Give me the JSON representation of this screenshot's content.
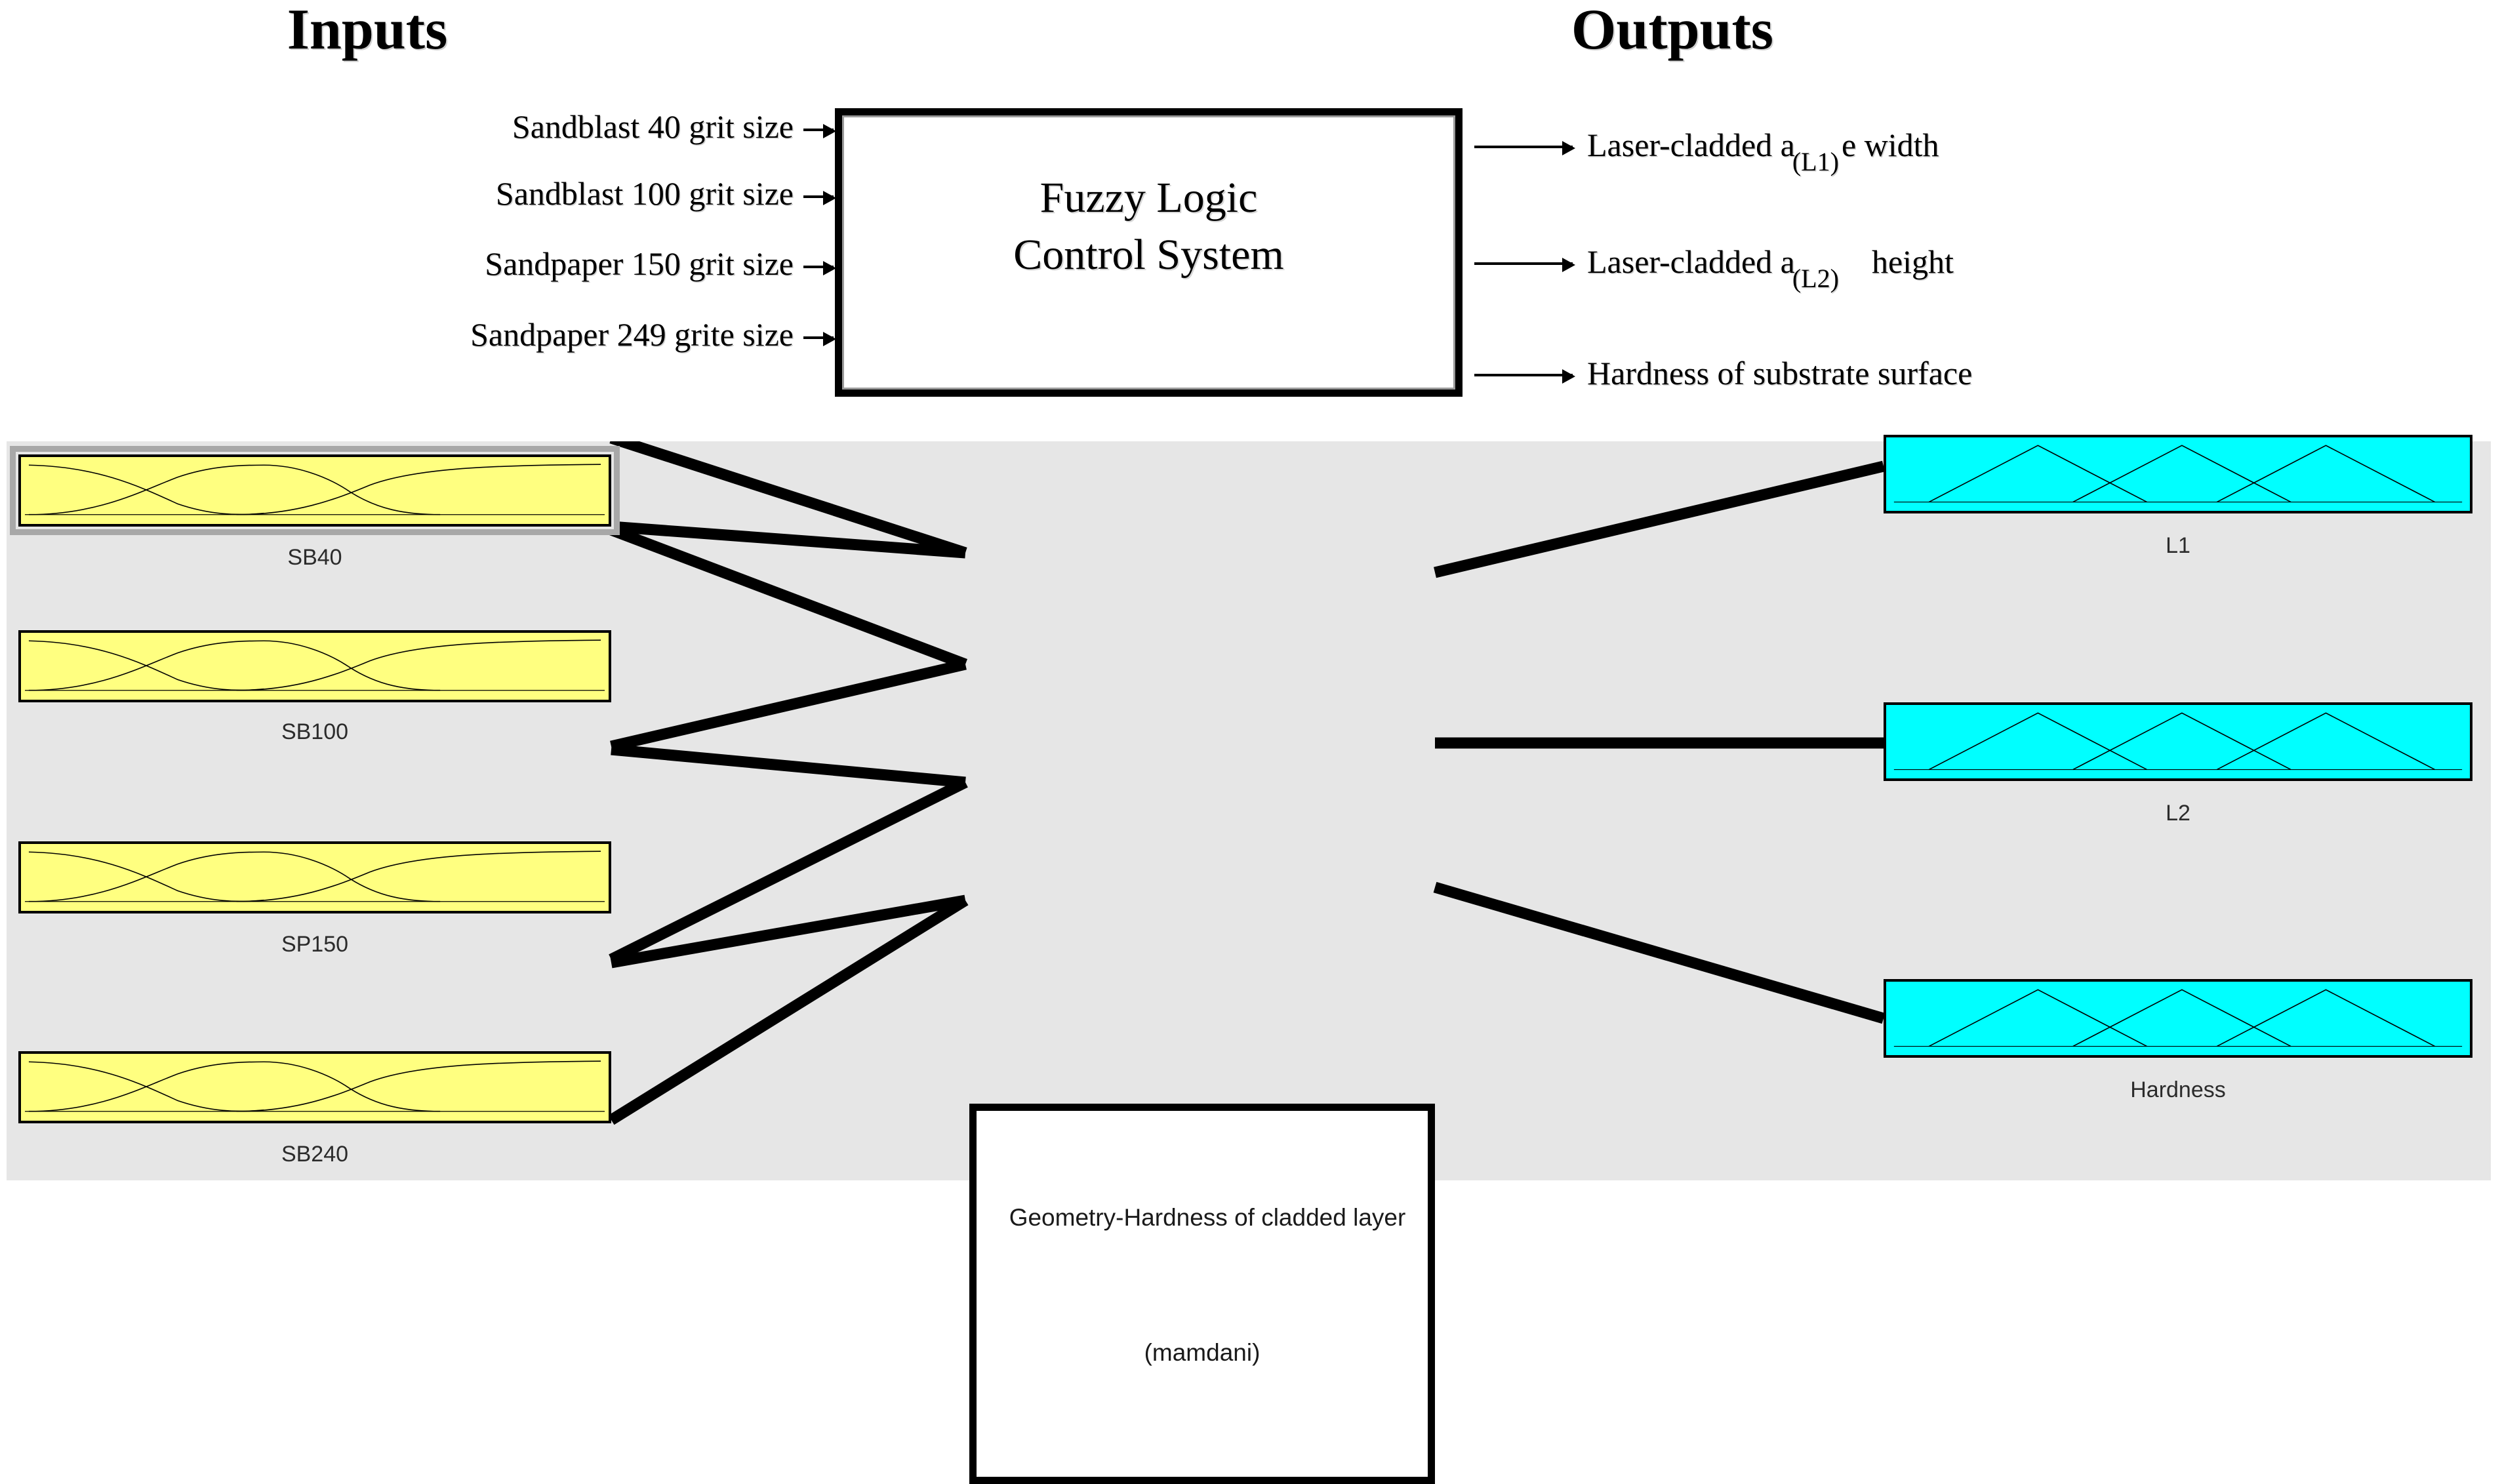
{
  "block_diagram": {
    "inputs_heading": "Inputs",
    "outputs_heading": "Outputs",
    "system_box": {
      "line1": "Fuzzy Logic",
      "line2": "Control System"
    },
    "inputs": [
      {
        "label": "Sandblast 40 grit size"
      },
      {
        "label": "Sandblast 100 grit size"
      },
      {
        "label": "Sandpaper 150 grit size"
      },
      {
        "label": "Sandpaper 249 grite size"
      }
    ],
    "outputs": [
      {
        "prefix": "Laser-cladded a",
        "sub": "(L1)",
        "suffix": "e width"
      },
      {
        "prefix": "Laser-cladded a",
        "sub": "(L2)",
        "suffix": "height"
      },
      {
        "prefix": "Hardness of substrate surface",
        "sub": "",
        "suffix": ""
      }
    ]
  },
  "fis_editor": {
    "panel_color": "#e6e6e6",
    "input_color": "#ffff80",
    "output_color": "#00ffff",
    "rule_block": {
      "title": "Geometry-Hardness of cladded layer",
      "type": "(mamdani)"
    },
    "input_variables": [
      {
        "name": "SB40",
        "mf_type": "gaussian",
        "mf_count": 3,
        "selected": true
      },
      {
        "name": "SB100",
        "mf_type": "gaussian",
        "mf_count": 3,
        "selected": false
      },
      {
        "name": "SP150",
        "mf_type": "gaussian",
        "mf_count": 3,
        "selected": false
      },
      {
        "name": "SB240",
        "mf_type": "gaussian",
        "mf_count": 3,
        "selected": false
      }
    ],
    "output_variables": [
      {
        "name": "L1",
        "mf_type": "triangular",
        "mf_count": 3
      },
      {
        "name": "L2",
        "mf_type": "triangular",
        "mf_count": 3
      },
      {
        "name": "Hardness",
        "mf_type": "triangular",
        "mf_count": 3
      }
    ]
  }
}
